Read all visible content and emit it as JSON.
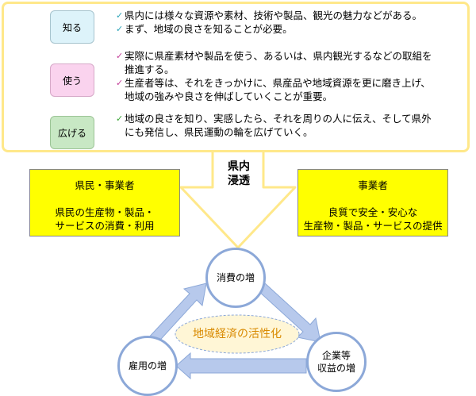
{
  "steps": {
    "know": "知る",
    "use": "使う",
    "spread": "広げる"
  },
  "top_text": {
    "block1": [
      "県内には様々な資源や素材、技術や製品、観光の魅力などがある。",
      "まず、地域の良さを知ることが必要。"
    ],
    "block2_item1": [
      "実際に県産素材や製品を使う、あるいは、県内観光するなどの取組を",
      "推進する。"
    ],
    "block2_item2": [
      "生産者等は、それをきっかけに、県産品や地域資源を更に磨き上げ、",
      "地域の強みや良さを伸ばしていくことが重要。"
    ],
    "block3": [
      "地域の良さを知り、実感したら、それを周りの人に伝え、そして県外",
      "にも発信し、県民運動の輪を広げていく。"
    ]
  },
  "arrow_label": [
    "県内",
    "浸透"
  ],
  "left_box": {
    "title": "県民・事業者",
    "body": [
      "県民の生産物・製品・",
      "サービスの消費・利用"
    ]
  },
  "right_box": {
    "title": "事業者",
    "body": [
      "良質で安全・安心な",
      "生産物・製品・サービスの提供"
    ]
  },
  "cycle": {
    "consume": "消費の増",
    "company": [
      "企業等",
      "収益の増"
    ],
    "employ": "雇用の増",
    "center": "地域経済の活性化"
  },
  "colors": {
    "frame": "#FFE88A",
    "side_box": "#FFFF00",
    "cycle_arrow": "#B7C9EC",
    "circle_border": "#8CA8D8",
    "center_text": "#D98A00",
    "check_teal": "#2AA3B8",
    "check_magenta": "#C33C98",
    "check_green": "#39A535"
  }
}
